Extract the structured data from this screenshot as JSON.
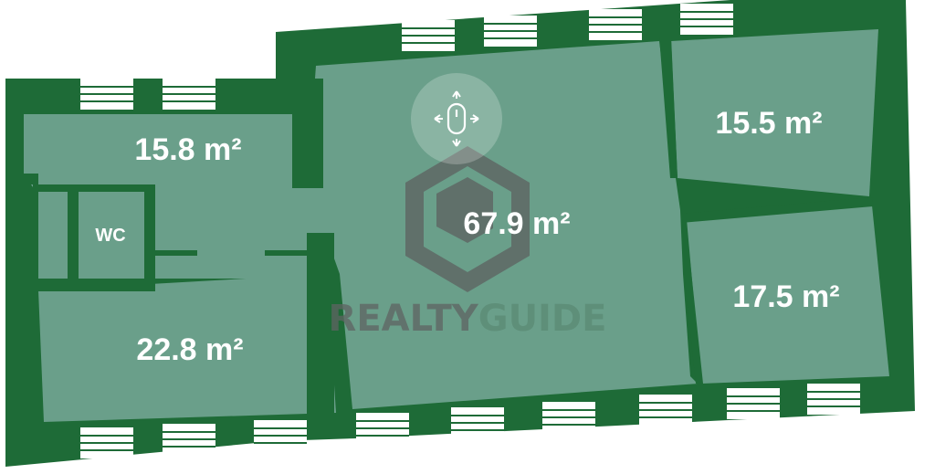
{
  "colors": {
    "wall": "#1e6b37",
    "room": "#6a9f8a",
    "window_pane": "#ffffff",
    "window_line": "#1e6b37",
    "watermark_gray": "#5e6462",
    "watermark_green": "#5a8a74"
  },
  "rooms": {
    "r1": "15.8 m²",
    "wc": "WC",
    "r2": "22.8 m²",
    "r3": "67.9 m²",
    "r4": "15.5 m²",
    "r5": "17.5 m²"
  },
  "watermark": {
    "word1": "REALTY",
    "word2": "GUIDE",
    "icon": "mouse-drag-icon",
    "logo": "hexagon-logo-icon"
  }
}
